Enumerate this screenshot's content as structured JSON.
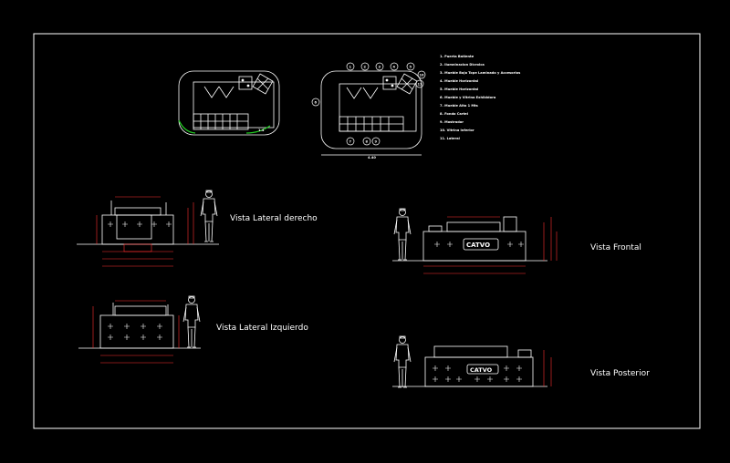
{
  "views": {
    "right": "Vista Lateral derecho",
    "left": "Vista Lateral Izquierdo",
    "front": "Vista Frontal",
    "rear": "Vista Posterior"
  },
  "legend": [
    "1. Puerta Batiente",
    "2. Ilumninacion Dicroica",
    "3. Mueble Bajo Tope Laminado y Accesorios",
    "4. Mueble Horizontal",
    "5. Mueble Horizontal",
    "6. Mueble y Vitrina Exhibidora",
    "7. Mueble Alto 1 Mts",
    "8. Fondo Cartel",
    "9. Mostrador",
    "10. Vitrina Inferior",
    "11. Lateral"
  ],
  "plan_callouts": [
    "1",
    "2",
    "3",
    "4",
    "5",
    "6",
    "7",
    "8",
    "9",
    "10",
    "11"
  ],
  "logo": "CATVO",
  "colors": {
    "background": "#000000",
    "linework": "#ffffff",
    "dimension": "#ff3030",
    "accent": "#22cc22"
  }
}
